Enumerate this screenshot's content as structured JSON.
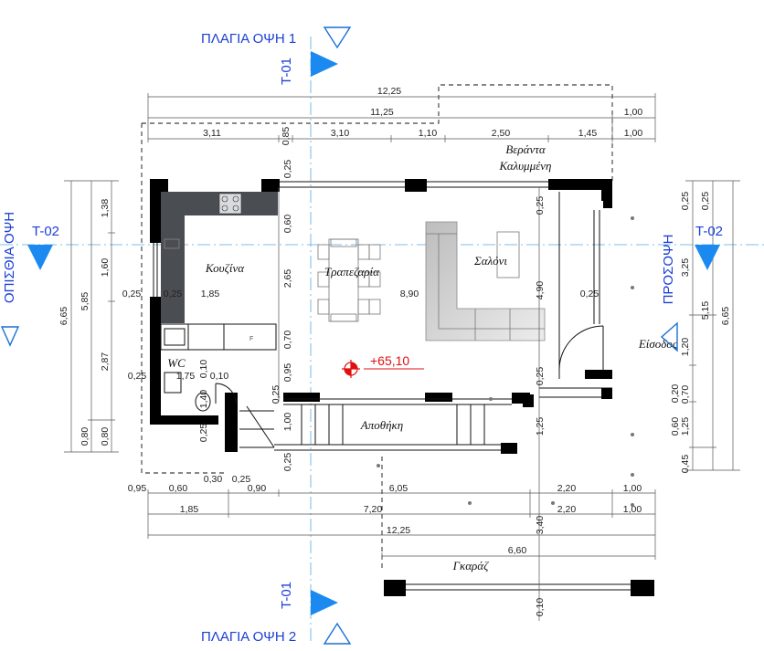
{
  "sections": {
    "side1": "ΠΛΑΓΙΑ ΟΨΗ 1",
    "side2": "ΠΛΑΓΙΑ ΟΨΗ 2",
    "rear": "ΟΠΙΣΘΙΑ ΟΨΗ",
    "front": "ΠΡΟΣΟΨΗ",
    "t01_top": "T-01",
    "t01_bottom": "T-01",
    "t02_left": "T-02",
    "t02_right": "T-02"
  },
  "rooms": {
    "veranda_1": "Βεράντα",
    "veranda_2": "Καλυμμένη",
    "kitchen": "Κουζίνα",
    "dining": "Τραπεζαρία",
    "living": "Σαλόνι",
    "wc": "WC",
    "entrance": "Είσοδος",
    "storage": "Αποθήκη",
    "garage": "Γκαράζ"
  },
  "level": "+65,10",
  "dimensions": {
    "top": [
      "12,25",
      "11,25",
      "1,00",
      "3,11",
      "0,85",
      "3,10",
      "1,10",
      "2,50",
      "1,45",
      "1,00"
    ],
    "bottom": [
      "0,95",
      "0,60",
      "0,30",
      "0,25",
      "0,90",
      "6,05",
      "2,20",
      "1,00",
      "1,85",
      "7,20",
      "2,20",
      "1,00",
      "12,25",
      "6,60"
    ],
    "left": [
      "6,65",
      "5,85",
      "1,38",
      "1,60",
      "2,87",
      "0,80",
      "0,80"
    ],
    "right": [
      "0,25",
      "0,25",
      "3,25",
      "5,15",
      "6,65",
      "1,20",
      "0,20",
      "0,70",
      "0,60",
      "1,25",
      "0,45"
    ],
    "inner": [
      "0,25",
      "0,60",
      "2,65",
      "0,70",
      "0,95",
      "0,25",
      "1,00",
      "0,25",
      "0,25",
      "4,90",
      "0,25",
      "1,25",
      "3,40",
      "0,10",
      "0,25",
      "0,25",
      "1,85",
      "8,90",
      "0,25",
      "0,25",
      "1,75",
      "0,10",
      "1,40",
      "0,10",
      "0,25"
    ]
  }
}
